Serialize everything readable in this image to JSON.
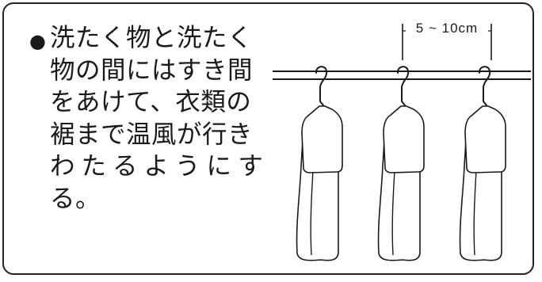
{
  "instruction": {
    "bullet_symbol": "●",
    "lines": [
      "洗たく物と洗たく",
      "物の間にはすき間",
      "をあけて、衣類の",
      "裾まで温風が行き",
      "わたるようにす",
      "る。"
    ]
  },
  "illustration": {
    "dimension_label": "5 ~ 10cm",
    "garment_count": 3
  }
}
